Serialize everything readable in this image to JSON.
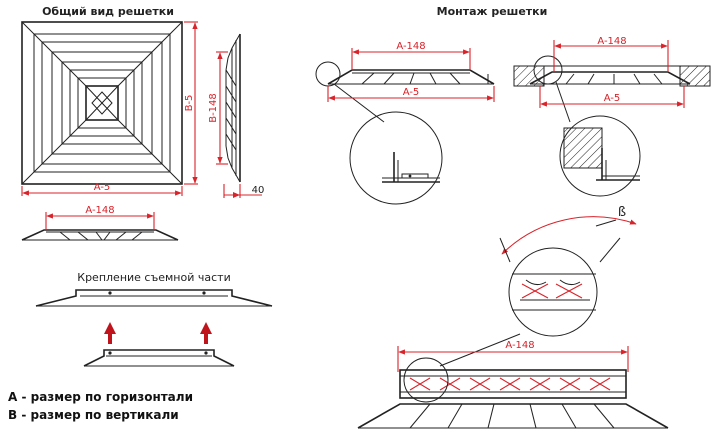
{
  "titles": {
    "general_view": "Общий вид решетки",
    "mounting": "Монтаж решетки",
    "fastening": "Крепление съемной части"
  },
  "dimensions": {
    "a5": "A-5",
    "b5": "B-5",
    "a148": "A-148",
    "b148": "B-148",
    "depth": "40",
    "angle": "ß"
  },
  "legend": {
    "a": "A - размер по горизонтали",
    "b": "B - размер по вертикали"
  },
  "colors": {
    "dimension": "#d8232a",
    "line": "#222222"
  }
}
